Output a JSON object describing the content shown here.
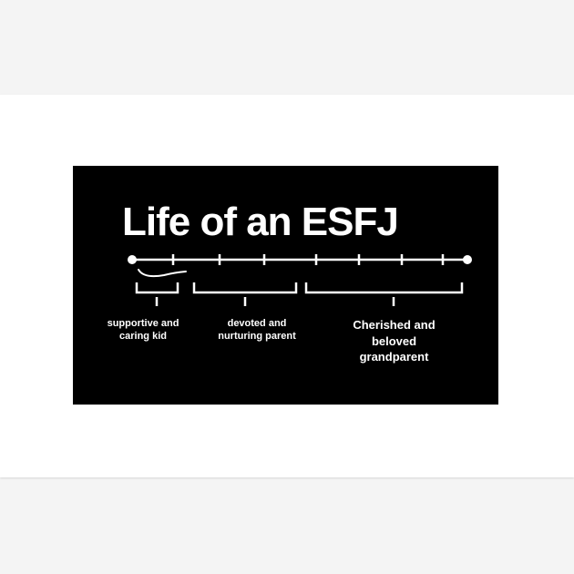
{
  "poster": {
    "title": "Life of an ESFJ",
    "stages": [
      {
        "label": "supportive and\ncaring kid"
      },
      {
        "label": "devoted and\nnurturing parent"
      },
      {
        "label": "Cherished and\nbeloved\ngrandparent"
      }
    ]
  },
  "colors": {
    "background": "#000000",
    "foreground": "#ffffff",
    "frame": "#ffffff",
    "page": "#f4f4f4"
  }
}
